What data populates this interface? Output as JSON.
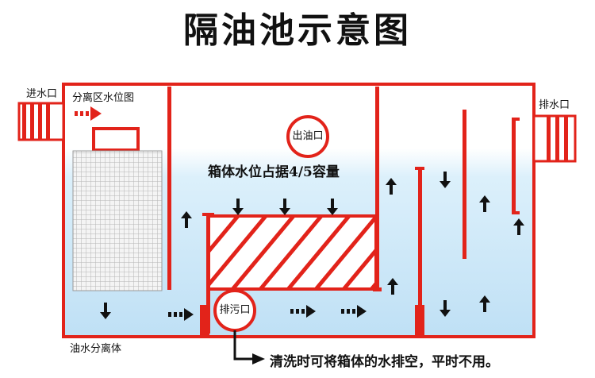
{
  "title": "隔油池示意图",
  "labels": {
    "inlet": "进水口",
    "outlet": "排水口",
    "separation_zone_level": "分离区水位图",
    "oil_outlet": "出油口",
    "tank_level": "箱体水位占据4/5容量",
    "sewage_outlet": "排污口",
    "separator_body": "油水分离体",
    "note": "清洗时可将箱体的水排空，平时不用。"
  },
  "colors": {
    "wall": "#e2231a",
    "water_top": "#ffffff",
    "water_bottom": "#cfe8f8",
    "arrow": "#111111"
  }
}
